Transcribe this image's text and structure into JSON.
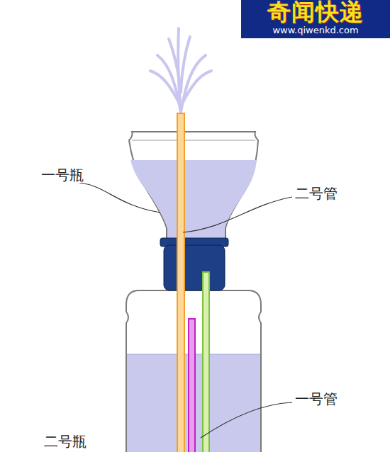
{
  "diagram": {
    "nodes": [
      {
        "text": [
          "奇闻快递",
          "www.qiwenkd.com"
        ]
      }
    ],
    "labels": [
      "一号瓶",
      "二号管",
      "一号管",
      "二号瓶"
    ]
  }
}
